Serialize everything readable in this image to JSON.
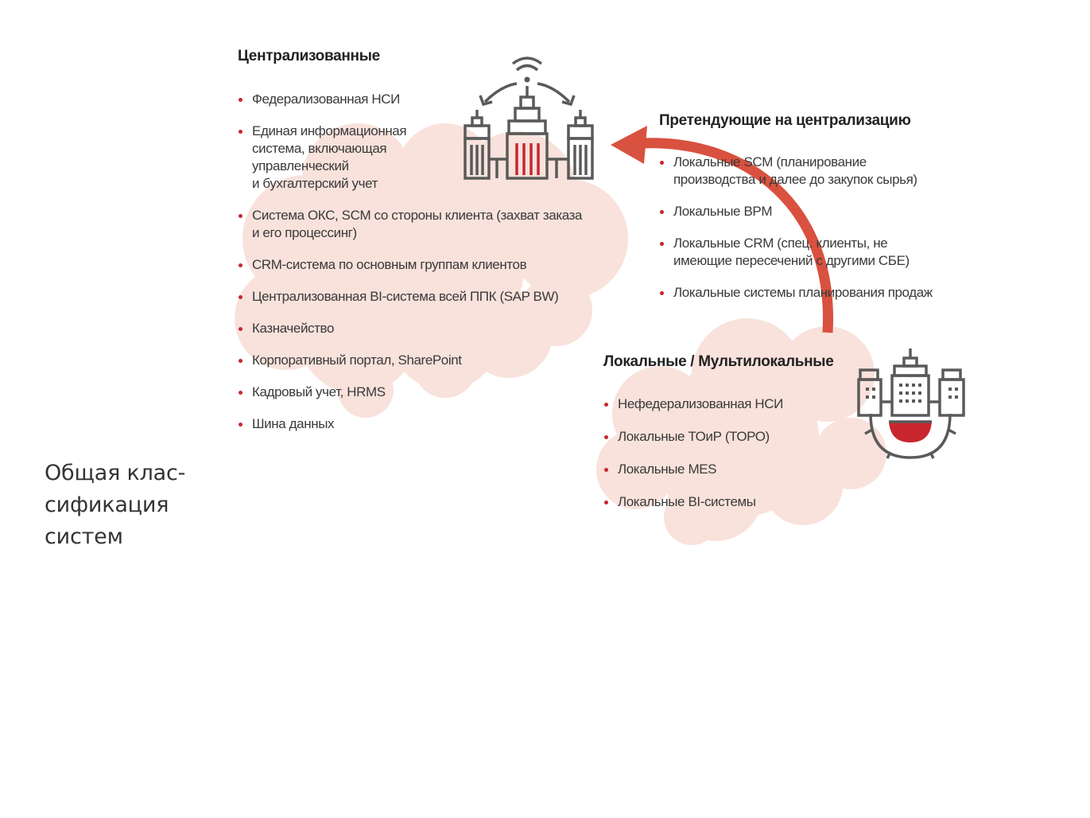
{
  "slide_title": "Общая клас-\nсификация\nсистем",
  "colors": {
    "accent": "#c8262f",
    "arrow": "#d9513f",
    "cloud": "#f8e2db",
    "icon_stroke": "#5a5a5a",
    "text": "#3a3a3a"
  },
  "sections": {
    "centralized": {
      "title": "Централизованные",
      "icon": "university-tower-icon",
      "items": [
        "Федерализованная НСИ",
        "Единая информационная\nсистема, включающая\nуправленческий\nи бухгалтерский учет",
        "Система ОКС, SCM со стороны клиента (захват заказа\nи его процессинг)",
        "CRM-система по основным группам клиентов",
        "Централизованная BI-система всей ППК (SAP BW)",
        "Казначейство",
        "Корпоративный портал, SharePoint",
        "Кадровый учет, HRMS",
        "Шина данных"
      ]
    },
    "claiming": {
      "title": "Претендующие на централизацию",
      "items": [
        "Локальные SCM (планирование\nпроизводства и далее до закупок сырья)",
        "Локальные BPM",
        "Локальные CRM (спец. клиенты, не\nимеющие пересечений с другими СБЕ)",
        "Локальные системы планирования продаж"
      ]
    },
    "local": {
      "title": "Локальные / Мультилокальные",
      "icon": "factory-gear-icon",
      "items": [
        "Нефедерализованная НСИ",
        "Локальные ТОиР (ТОРО)",
        "Локальные MES",
        "Локальные BI-системы"
      ]
    }
  }
}
